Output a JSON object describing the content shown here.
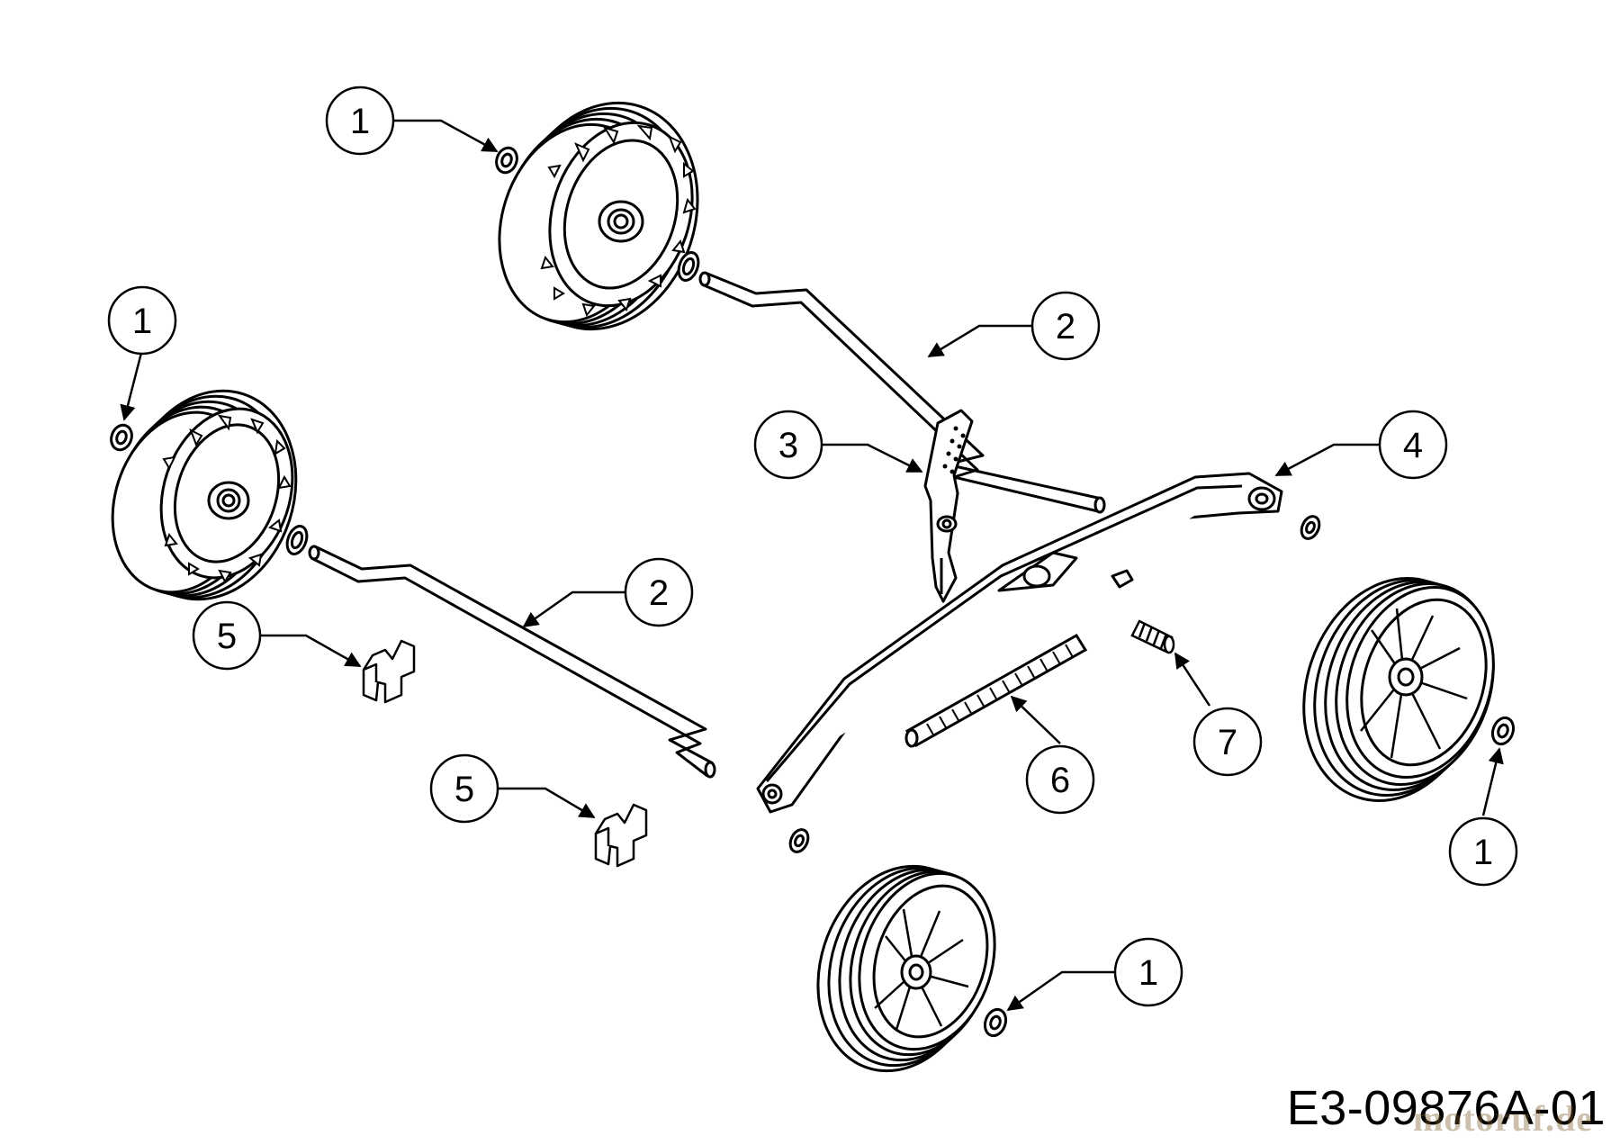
{
  "diagram_id": "E3-09876A-01",
  "watermark": "motoruf.de",
  "callouts": [
    {
      "id": "c1a",
      "label": "1"
    },
    {
      "id": "c1b",
      "label": "1"
    },
    {
      "id": "c1c",
      "label": "1"
    },
    {
      "id": "c1d",
      "label": "1"
    },
    {
      "id": "c2a",
      "label": "2"
    },
    {
      "id": "c2b",
      "label": "2"
    },
    {
      "id": "c3",
      "label": "3"
    },
    {
      "id": "c4",
      "label": "4"
    },
    {
      "id": "c5a",
      "label": "5"
    },
    {
      "id": "c5b",
      "label": "5"
    },
    {
      "id": "c6",
      "label": "6"
    },
    {
      "id": "c7",
      "label": "7"
    }
  ]
}
